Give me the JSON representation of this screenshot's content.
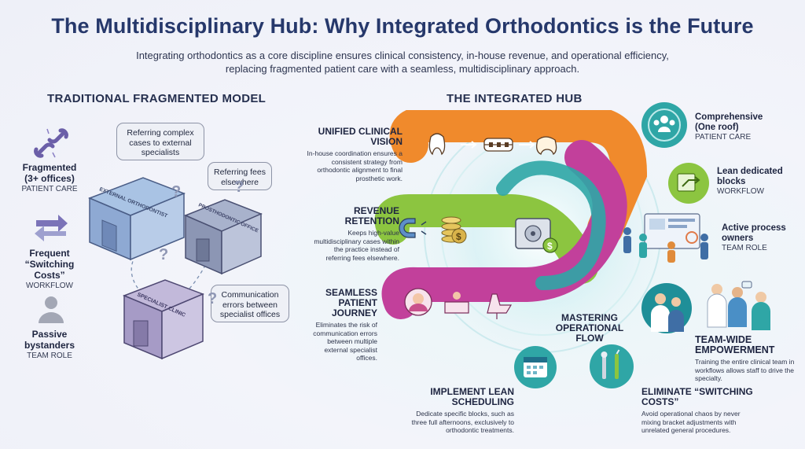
{
  "header": {
    "title": "The Multidisciplinary Hub: Why Integrated Orthodontics is the Future",
    "subtitle_line1": "Integrating orthodontics as a core discipline ensures clinical consistency, in-house revenue, and operational efficiency,",
    "subtitle_line2": "replacing fragmented patient care with a seamless, multidisciplinary approach."
  },
  "traditional": {
    "heading": "TRADITIONAL FRAGMENTED MODEL",
    "items": [
      {
        "title": "Fragmented\n(3+ offices)",
        "sub": "PATIENT CARE",
        "icon": "broken-link-icon"
      },
      {
        "title": "Frequent\n“Switching Costs”",
        "sub": "WORKFLOW",
        "icon": "switch-arrows-icon"
      },
      {
        "title": "Passive\nbystanders",
        "sub": "TEAM ROLE",
        "icon": "person-icon"
      }
    ],
    "bubbles": {
      "referring_cases": "Referring complex cases to external specialists",
      "referring_fees": "Referring fees elsewhere",
      "communication": "Communication errors between specialist offices"
    },
    "buildings": {
      "external": "EXTERNAL ORTHODONTIST",
      "prosthodontic": "PROSTHODONTIC OFFICE",
      "specialist": "SPECIALIST CLINIC"
    },
    "question_mark": "?"
  },
  "integrated": {
    "heading": "THE INTEGRATED HUB",
    "unified": {
      "title": "UNIFIED CLINICAL VISION",
      "desc": "In-house coordination ensures a consistent strategy from orthodontic alignment to final prosthetic work."
    },
    "revenue": {
      "title": "REVENUE RETENTION",
      "desc": "Keeps high-value multidisciplinary cases within the practice instead of referring fees elsewhere."
    },
    "journey": {
      "title": "SEAMLESS PATIENT JOURNEY",
      "desc": "Eliminates the risk of communication errors between multiple external specialist offices."
    },
    "flow": {
      "title": "MASTERING OPERATIONAL FLOW"
    },
    "lean": {
      "title": "IMPLEMENT LEAN SCHEDULING",
      "desc": "Dedicate specific blocks, such as three full afternoons, exclusively to orthodontic treatments."
    },
    "eliminate": {
      "title": "ELIMINATE “SWITCHING COSTS”",
      "desc": "Avoid operational chaos by never mixing bracket adjustments with unrelated general procedures."
    },
    "right_items": [
      {
        "title": "Comprehensive\n(One roof)",
        "sub": "PATIENT CARE",
        "icon": "team-circle-icon"
      },
      {
        "title": "Lean dedicated\nblocks",
        "sub": "WORKFLOW",
        "icon": "flow-arrow-icon"
      },
      {
        "title": "Active process\nowners",
        "sub": "TEAM ROLE",
        "icon": "team-process-icon"
      }
    ],
    "empower": {
      "title": "TEAM-WIDE EMPOWERMENT",
      "desc": "Training the entire clinical team in workflows allows staff to drive the specialty."
    },
    "coin_symbol": "$"
  },
  "colors": {
    "orange": "#f08a2c",
    "green": "#8cc540",
    "magenta": "#c2409b",
    "teal": "#2fa6a6",
    "navy": "#26386b"
  }
}
